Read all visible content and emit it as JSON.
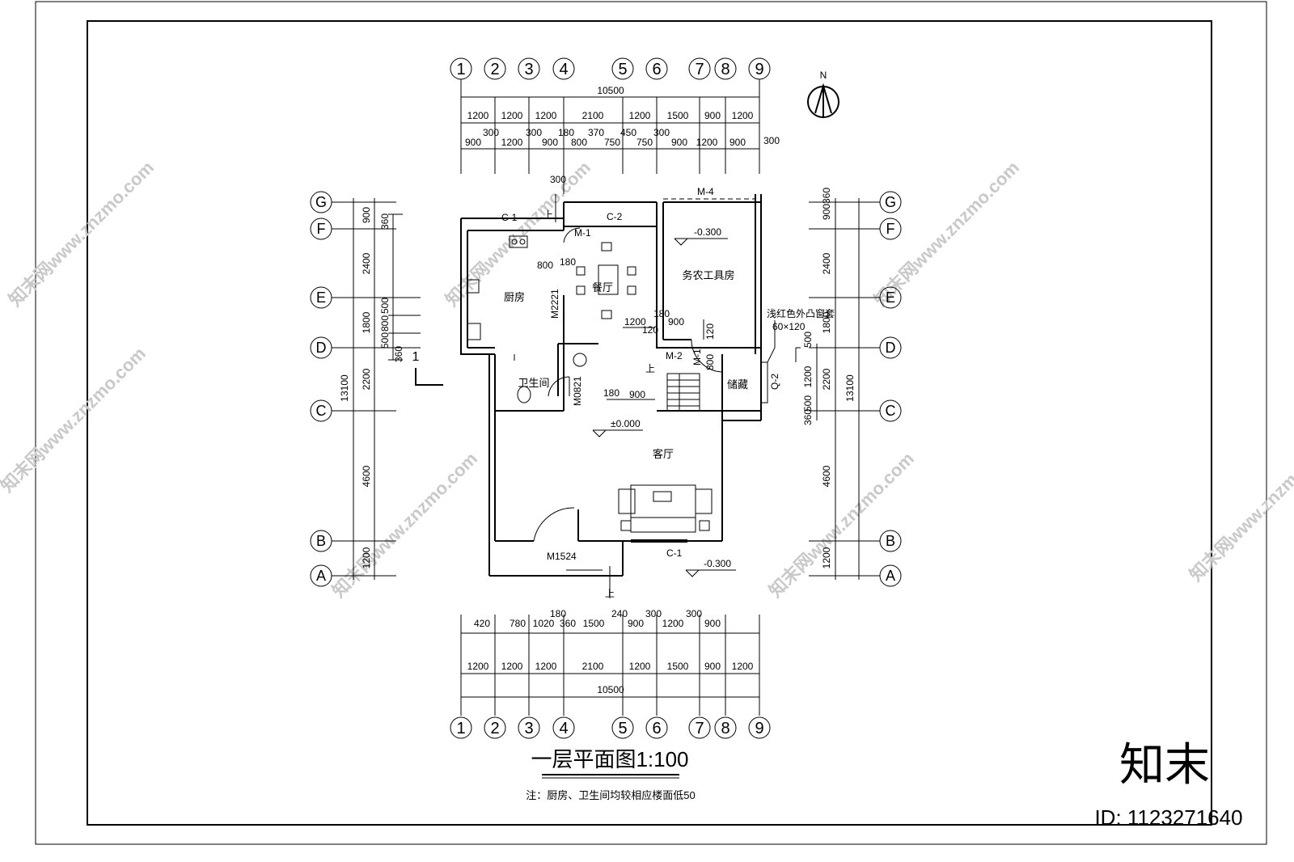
{
  "drawing": {
    "title": "一层平面图1:100",
    "note": "注：厨房、卫生间均较相应楼面低50",
    "north_label": "N",
    "watermark_brand": "知末",
    "watermark_site": "知末网www.znzmo.com",
    "image_id": "ID: 1123271640"
  },
  "axes": {
    "columns": [
      "1",
      "2",
      "3",
      "4",
      "5",
      "6",
      "7",
      "8",
      "9"
    ],
    "rows": [
      "A",
      "B",
      "C",
      "D",
      "E",
      "F",
      "G"
    ]
  },
  "dimensions": {
    "top_total": "10500",
    "top_main": [
      "1200",
      "1200",
      "1200",
      "2100",
      "1200",
      "1500",
      "900",
      "1200"
    ],
    "top_detail": [
      "900",
      "300",
      "1200",
      "300",
      "900",
      "180",
      "800",
      "370",
      "750",
      "450",
      "750",
      "300",
      "900",
      "1200",
      "900",
      "300"
    ],
    "top_extra": "300",
    "bottom_total": "10500",
    "bottom_main": [
      "1200",
      "1200",
      "1200",
      "2100",
      "1200",
      "1500",
      "900",
      "1200"
    ],
    "bottom_detail": [
      "420",
      "780",
      "1020",
      "180",
      "360",
      "1500",
      "240",
      "900",
      "300",
      "1200",
      "300",
      "900"
    ],
    "left_total": "13100",
    "left_main": [
      "900",
      "2400",
      "1800",
      "2200",
      "4600",
      "1200"
    ],
    "left_detail": [
      "360",
      "500",
      "800",
      "500",
      "360"
    ],
    "right_total": "13100",
    "right_main": [
      "900",
      "360",
      "2400",
      "1800",
      "2200",
      "4600",
      "1200"
    ],
    "right_detail": [
      "500",
      "1200",
      "500",
      "360"
    ]
  },
  "rooms": {
    "kitchen": "厨房",
    "dining": "餐厅",
    "tool_room": "务农工具房",
    "bathroom": "卫生间",
    "storage": "储藏",
    "living": "客厅"
  },
  "labels": {
    "c1_top": "C-1",
    "c2": "C-2",
    "m4": "M-4",
    "m1_top": "M-1",
    "m1_stair": "M-1",
    "m2": "M-2",
    "m2221": "M2221",
    "m0821": "M0821",
    "m1524": "M1524",
    "c1_bottom": "C-1",
    "q2": "Q-2",
    "elev_tool": "-0.300",
    "elev_living": "±0.000",
    "elev_outside": "-0.300",
    "window_note": "浅红色外凸窗套",
    "window_size": "60×120",
    "dim_800": "800",
    "dim_180": "180",
    "dim_1200": "1200",
    "dim_180b": "180",
    "dim_900": "900",
    "dim_120": "120",
    "dim_120b": "120",
    "dim_800b": "800",
    "dim_180c": "180",
    "dim_900b": "900",
    "section_mark": "1",
    "up_mark": "上",
    "up_mark2": "上",
    "up_mark3": "上"
  }
}
